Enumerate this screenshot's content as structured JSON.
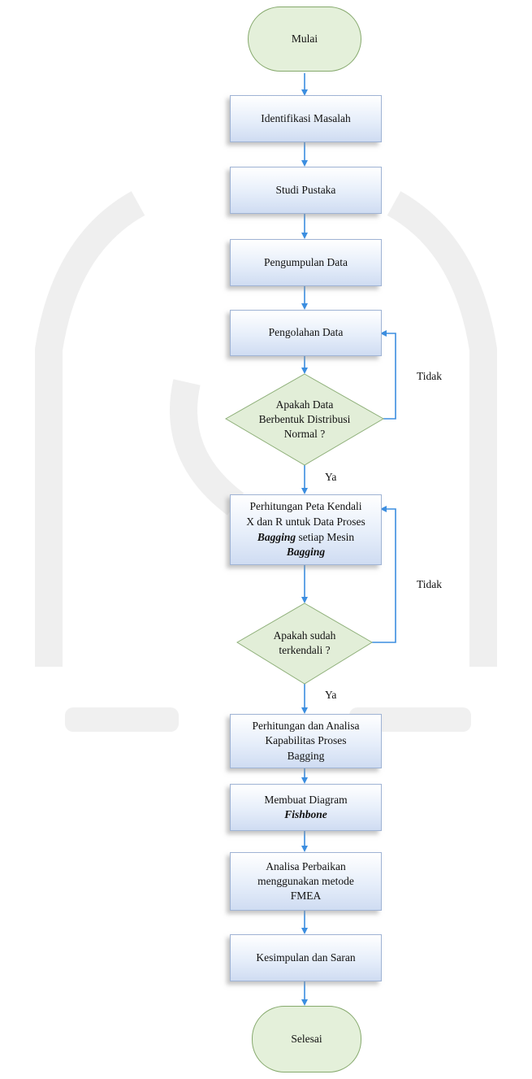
{
  "flowchart": {
    "start": "Mulai",
    "steps": {
      "identifikasi": "Identifikasi Masalah",
      "studi": "Studi Pustaka",
      "pengumpulan": "Pengumpulan Data",
      "pengolahan": "Pengolahan Data",
      "perhitungan_peta": {
        "line1": "Perhitungan Peta Kendali",
        "line2": "X dan R untuk Data Proses",
        "line3_italic": "Bagging",
        "line3_rest": " setiap Mesin",
        "line4_italic": "Bagging"
      },
      "kapabilitas": {
        "line1": "Perhitungan dan Analisa",
        "line2": "Kapabilitas Proses",
        "line3": "Bagging"
      },
      "fishbone": {
        "line1": "Membuat Diagram",
        "line2_italic": "Fishbone"
      },
      "fmea": {
        "line1": "Analisa Perbaikan",
        "line2": "menggunakan metode",
        "line3": "FMEA"
      },
      "kesimpulan": "Kesimpulan dan Saran"
    },
    "decisions": {
      "normal": {
        "line1": "Apakah Data",
        "line2": "Berbentuk Distribusi",
        "line3": "Normal ?"
      },
      "terkendali": {
        "line1": "Apakah sudah",
        "line2": "terkendali ?"
      }
    },
    "labels": {
      "tidak_1": "Tidak",
      "ya_1": "Ya",
      "tidak_2": "Tidak",
      "ya_2": "Ya"
    },
    "end": "Selesai"
  },
  "colors": {
    "arrow": "#3c8ee0",
    "terminal_fill": "#e4f0da",
    "decision_fill": "#e2eed8",
    "process_border": "#9fb3d4"
  }
}
